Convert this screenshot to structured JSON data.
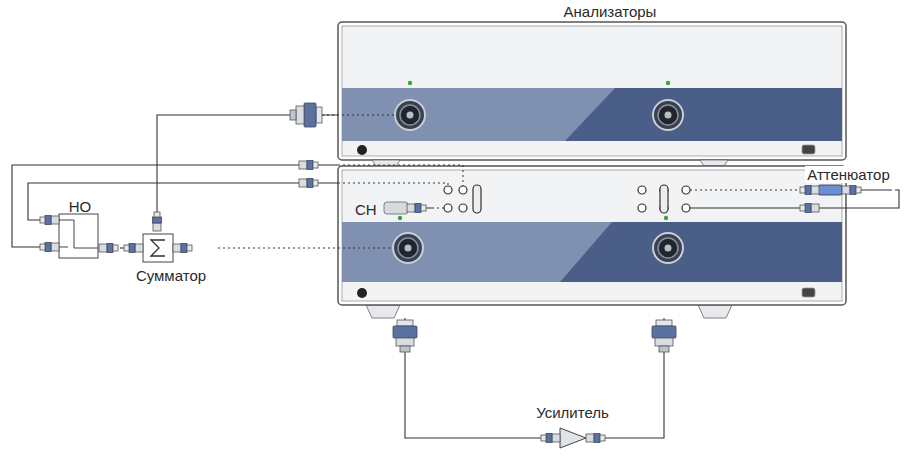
{
  "diagram": {
    "nodes": [
      {
        "text": [
          "Анализаторы"
        ]
      },
      {
        "text": [
          "НО"
        ]
      },
      {
        "text": [
          "Сумматор"
        ]
      },
      {
        "text": [
          "СН"
        ],
        "in": 0
      },
      {
        "text": [
          "Аттенюатор"
        ]
      },
      {
        "text": [
          "Усилитель"
        ]
      }
    ],
    "edges": [
      {
        "from": 1,
        "to": 0,
        "arrow": "none"
      },
      {
        "from": 1,
        "to": 0,
        "arrow": "none"
      },
      {
        "from": 1,
        "to": 2,
        "arrow": "none"
      },
      {
        "from": 2,
        "to": 0,
        "arrow": "none"
      },
      {
        "from": 2,
        "to": 0,
        "arrow": "none"
      },
      {
        "from": 3,
        "to": 0,
        "arrow": "none"
      },
      {
        "from": 4,
        "to": 0,
        "arrow": "none"
      },
      {
        "from": 4,
        "to": 0,
        "arrow": "none"
      },
      {
        "from": 5,
        "to": 0,
        "arrow": "none"
      },
      {
        "from": 5,
        "to": 0,
        "arrow": "none"
      }
    ]
  }
}
